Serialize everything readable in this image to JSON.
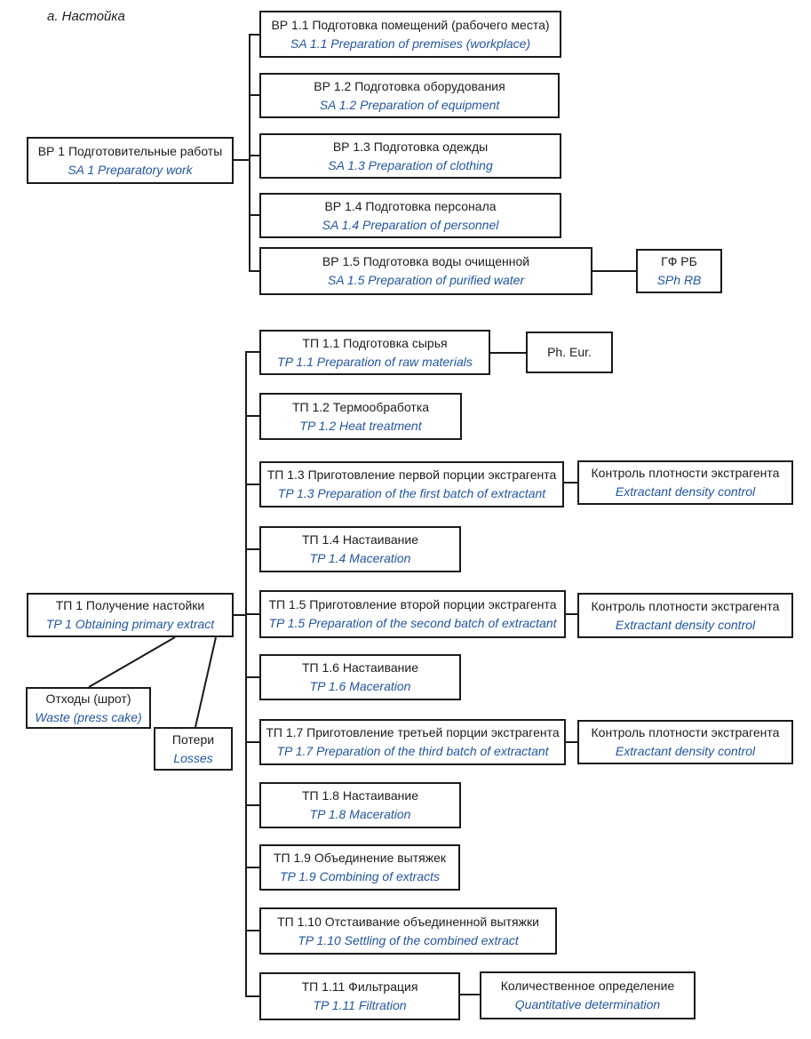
{
  "label": "а. Настойка",
  "colors": {
    "accent_blue": "#2255a2",
    "line_black": "#1a1a1a"
  },
  "s1": {
    "parent": {
      "ru": "ВР 1 Подготовительные работы",
      "en": "SA 1 Preparatory work"
    },
    "items": [
      {
        "ru": "ВР 1.1 Подготовка помещений (рабочего места)",
        "en": "SA 1.1 Preparation of premises (workplace)"
      },
      {
        "ru": "ВР 1.2 Подготовка оборудования",
        "en": "SA 1.2 Preparation of equipment"
      },
      {
        "ru": "ВР 1.3 Подготовка одежды",
        "en": "SA 1.3 Preparation of clothing"
      },
      {
        "ru": "ВР 1.4 Подготовка персонала",
        "en": "SA 1.4 Preparation of personnel"
      },
      {
        "ru": "ВР 1.5 Подготовка воды очищенной",
        "en": "SA 1.5 Preparation of purified water"
      }
    ],
    "pharmacopoeia": {
      "ru": "ГФ РБ",
      "en": "SPh RB"
    }
  },
  "s2": {
    "parent": {
      "ru": "ТП 1 Получение настойки",
      "en": "TP 1 Obtaining primary extract"
    },
    "waste": {
      "ru": "Отходы (шрот)",
      "en": "Waste (press cake)"
    },
    "losses": {
      "ru": "Потери",
      "en": "Losses"
    },
    "ph_eur": {
      "ru": "Ph. Eur."
    },
    "density": {
      "ru": "Контроль плотности экстрагента",
      "en": "Extractant density control"
    },
    "quant": {
      "ru": "Количественное определение",
      "en": "Quantitative determination"
    },
    "items": [
      {
        "ru": "ТП 1.1 Подготовка сырья",
        "en": "TP 1.1 Preparation of raw materials"
      },
      {
        "ru": "ТП 1.2 Термообработка",
        "en": "TP 1.2 Heat treatment"
      },
      {
        "ru": "ТП 1.3 Приготовление первой порции экстрагента",
        "en": "TP 1.3 Preparation of the first batch of extractant"
      },
      {
        "ru": "ТП 1.4 Настаивание",
        "en": "TP 1.4 Maceration"
      },
      {
        "ru": "ТП 1.5 Приготовление второй порции экстрагента",
        "en": "TP 1.5 Preparation of the second batch of extractant"
      },
      {
        "ru": "ТП 1.6 Настаивание",
        "en": "TP 1.6 Maceration"
      },
      {
        "ru": "ТП 1.7 Приготовление третьей порции экстрагента",
        "en": "TP 1.7 Preparation of the third batch of extractant"
      },
      {
        "ru": "ТП 1.8 Настаивание",
        "en": "TP 1.8 Maceration"
      },
      {
        "ru": "ТП 1.9 Объединение вытяжек",
        "en": "TP 1.9 Combining of extracts"
      },
      {
        "ru": "ТП 1.10 Отстаивание объединенной вытяжки",
        "en": "TP 1.10 Settling of the combined extract"
      },
      {
        "ru": "ТП 1.11 Фильтрация",
        "en": "TP 1.11 Filtration"
      }
    ]
  }
}
